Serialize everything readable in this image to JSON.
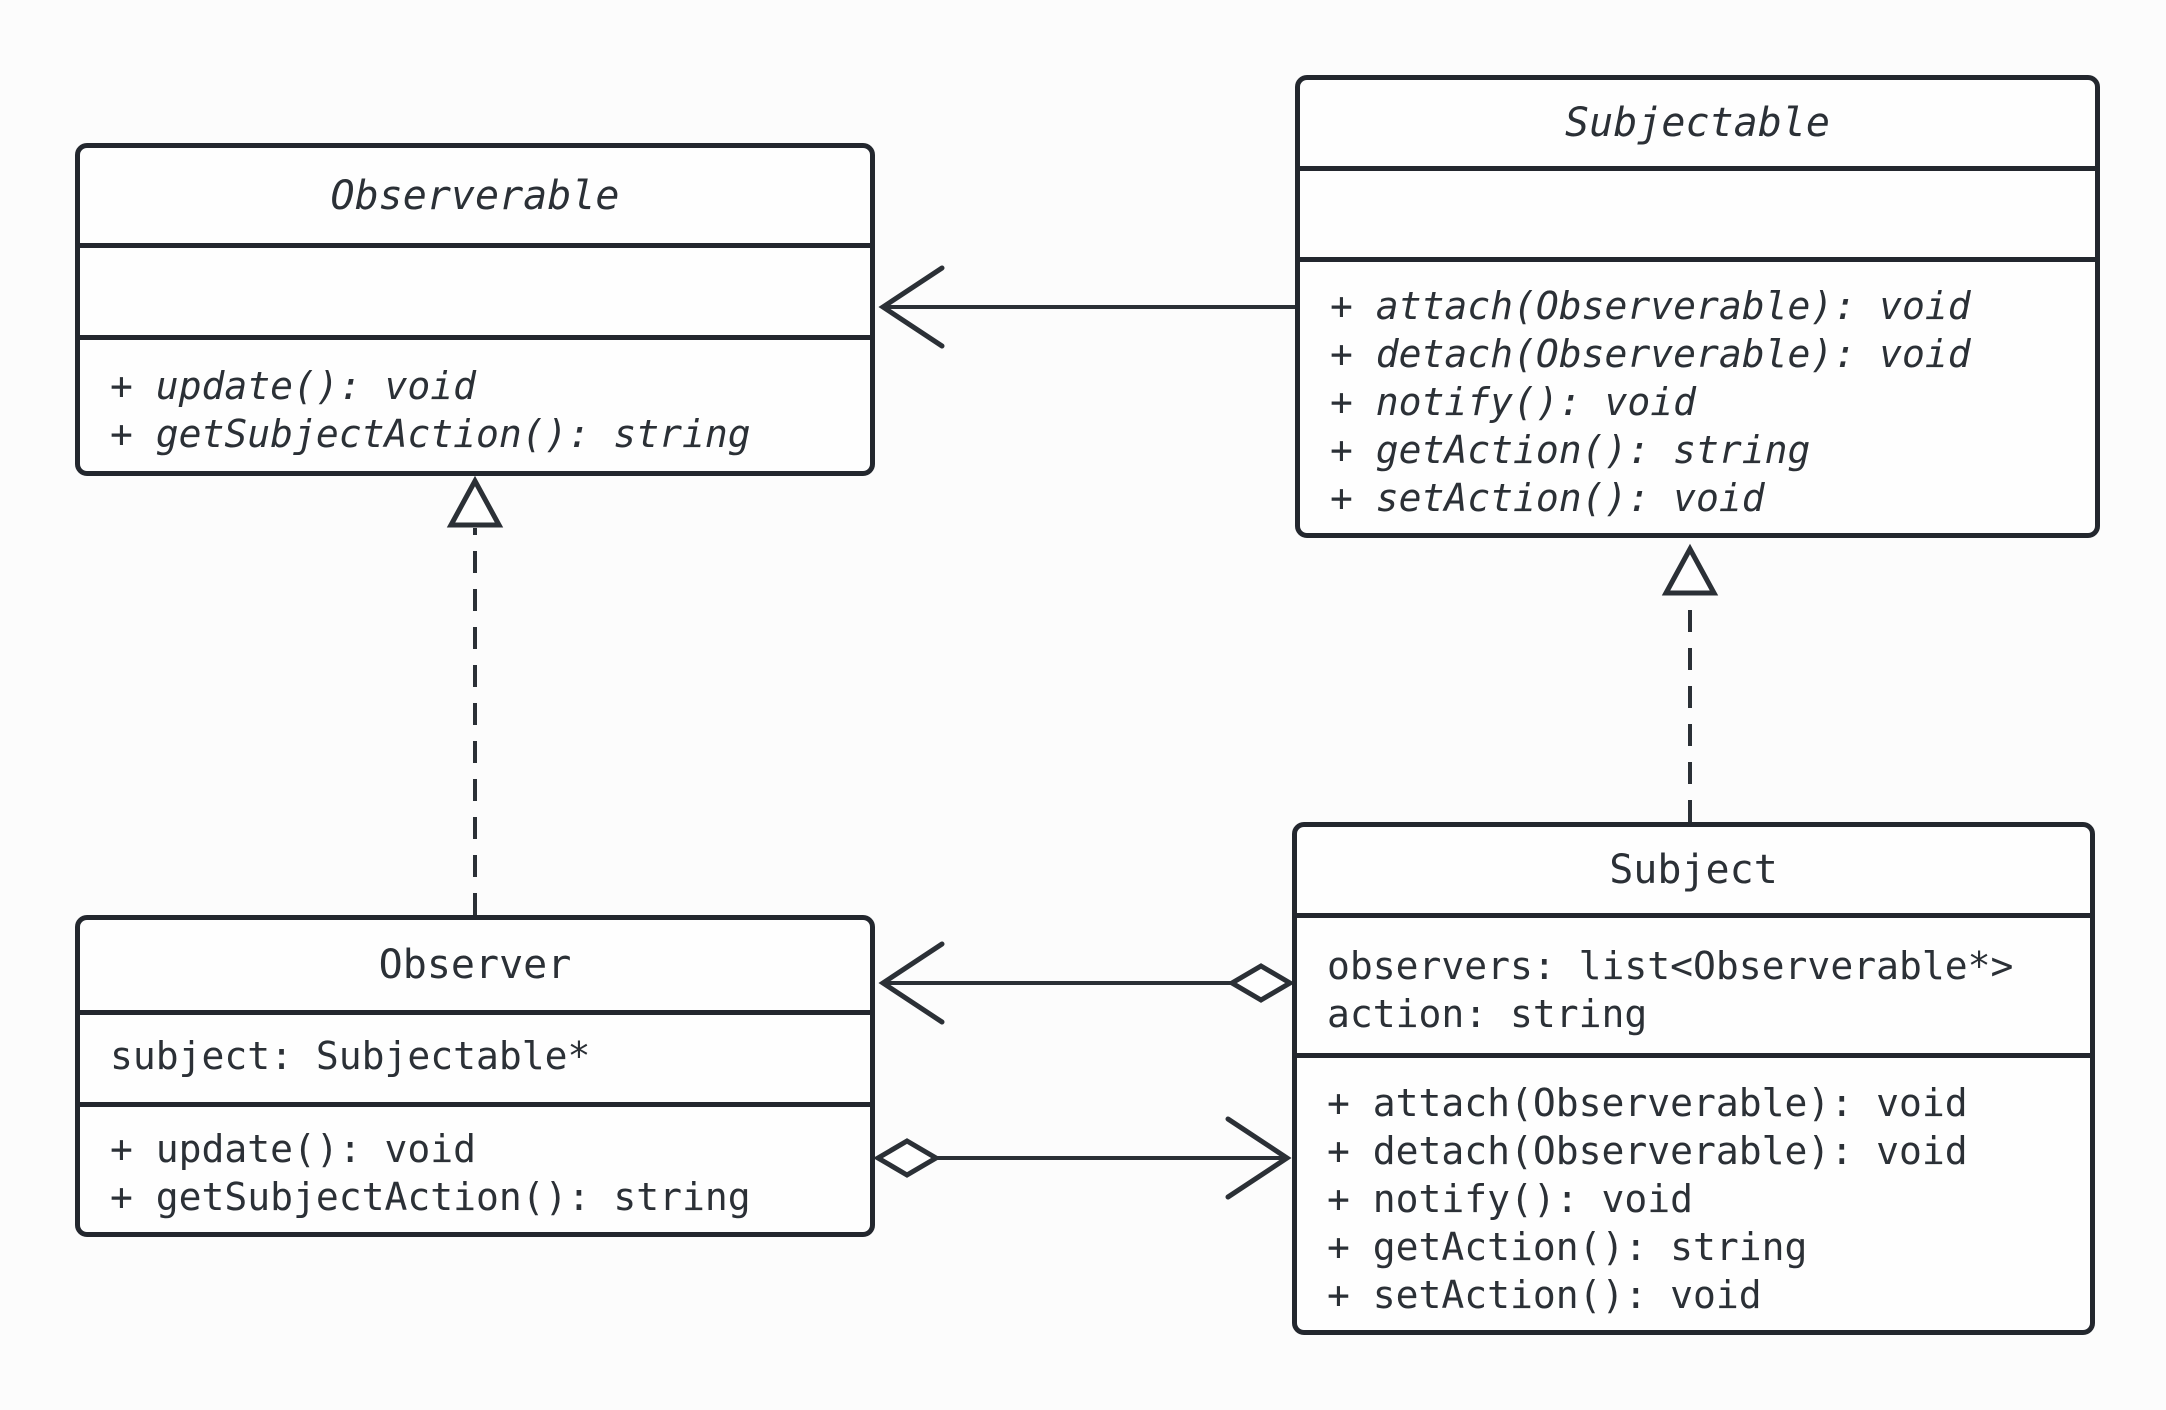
{
  "diagram": {
    "kind": "uml-class-diagram",
    "pattern": "Observer",
    "background_color": "#fcfcfc",
    "box_fill_color": "#fefefe",
    "line_color": "#23272e",
    "text_color": "#2b3036"
  },
  "classes": {
    "observerable": {
      "name": "Observerable",
      "abstract": true,
      "attributes": [],
      "methods": [
        "+ update(): void",
        "+ getSubjectAction(): string"
      ]
    },
    "subjectable": {
      "name": "Subjectable",
      "abstract": true,
      "attributes": [],
      "methods": [
        "+ attach(Observerable): void",
        "+ detach(Observerable): void",
        "+ notify(): void",
        "+ getAction(): string",
        "+ setAction(): void"
      ]
    },
    "observer": {
      "name": "Observer",
      "abstract": false,
      "attributes": [
        "subject: Subjectable*"
      ],
      "methods": [
        "+ update(): void",
        "+ getSubjectAction(): string"
      ]
    },
    "subject": {
      "name": "Subject",
      "abstract": false,
      "attributes": [
        "observers: list<Observerable*>",
        "action: string"
      ],
      "methods": [
        "+ attach(Observerable): void",
        "+ detach(Observerable): void",
        "+ notify(): void",
        "+ getAction(): string",
        "+ setAction(): void"
      ]
    }
  },
  "relationships": [
    {
      "from": "Subjectable",
      "to": "Observerable",
      "type": "association",
      "line": "solid",
      "head": "open-arrow"
    },
    {
      "from": "Observer",
      "to": "Observerable",
      "type": "realization",
      "line": "dashed",
      "head": "hollow-triangle"
    },
    {
      "from": "Subject",
      "to": "Subjectable",
      "type": "realization",
      "line": "dashed",
      "head": "hollow-triangle"
    },
    {
      "from": "Subject",
      "to": "Observer",
      "type": "aggregation",
      "line": "solid",
      "head": "open-arrow",
      "diamond_at": "Subject"
    },
    {
      "from": "Observer",
      "to": "Subject",
      "type": "aggregation",
      "line": "solid",
      "head": "open-arrow",
      "diamond_at": "Observer"
    }
  ]
}
